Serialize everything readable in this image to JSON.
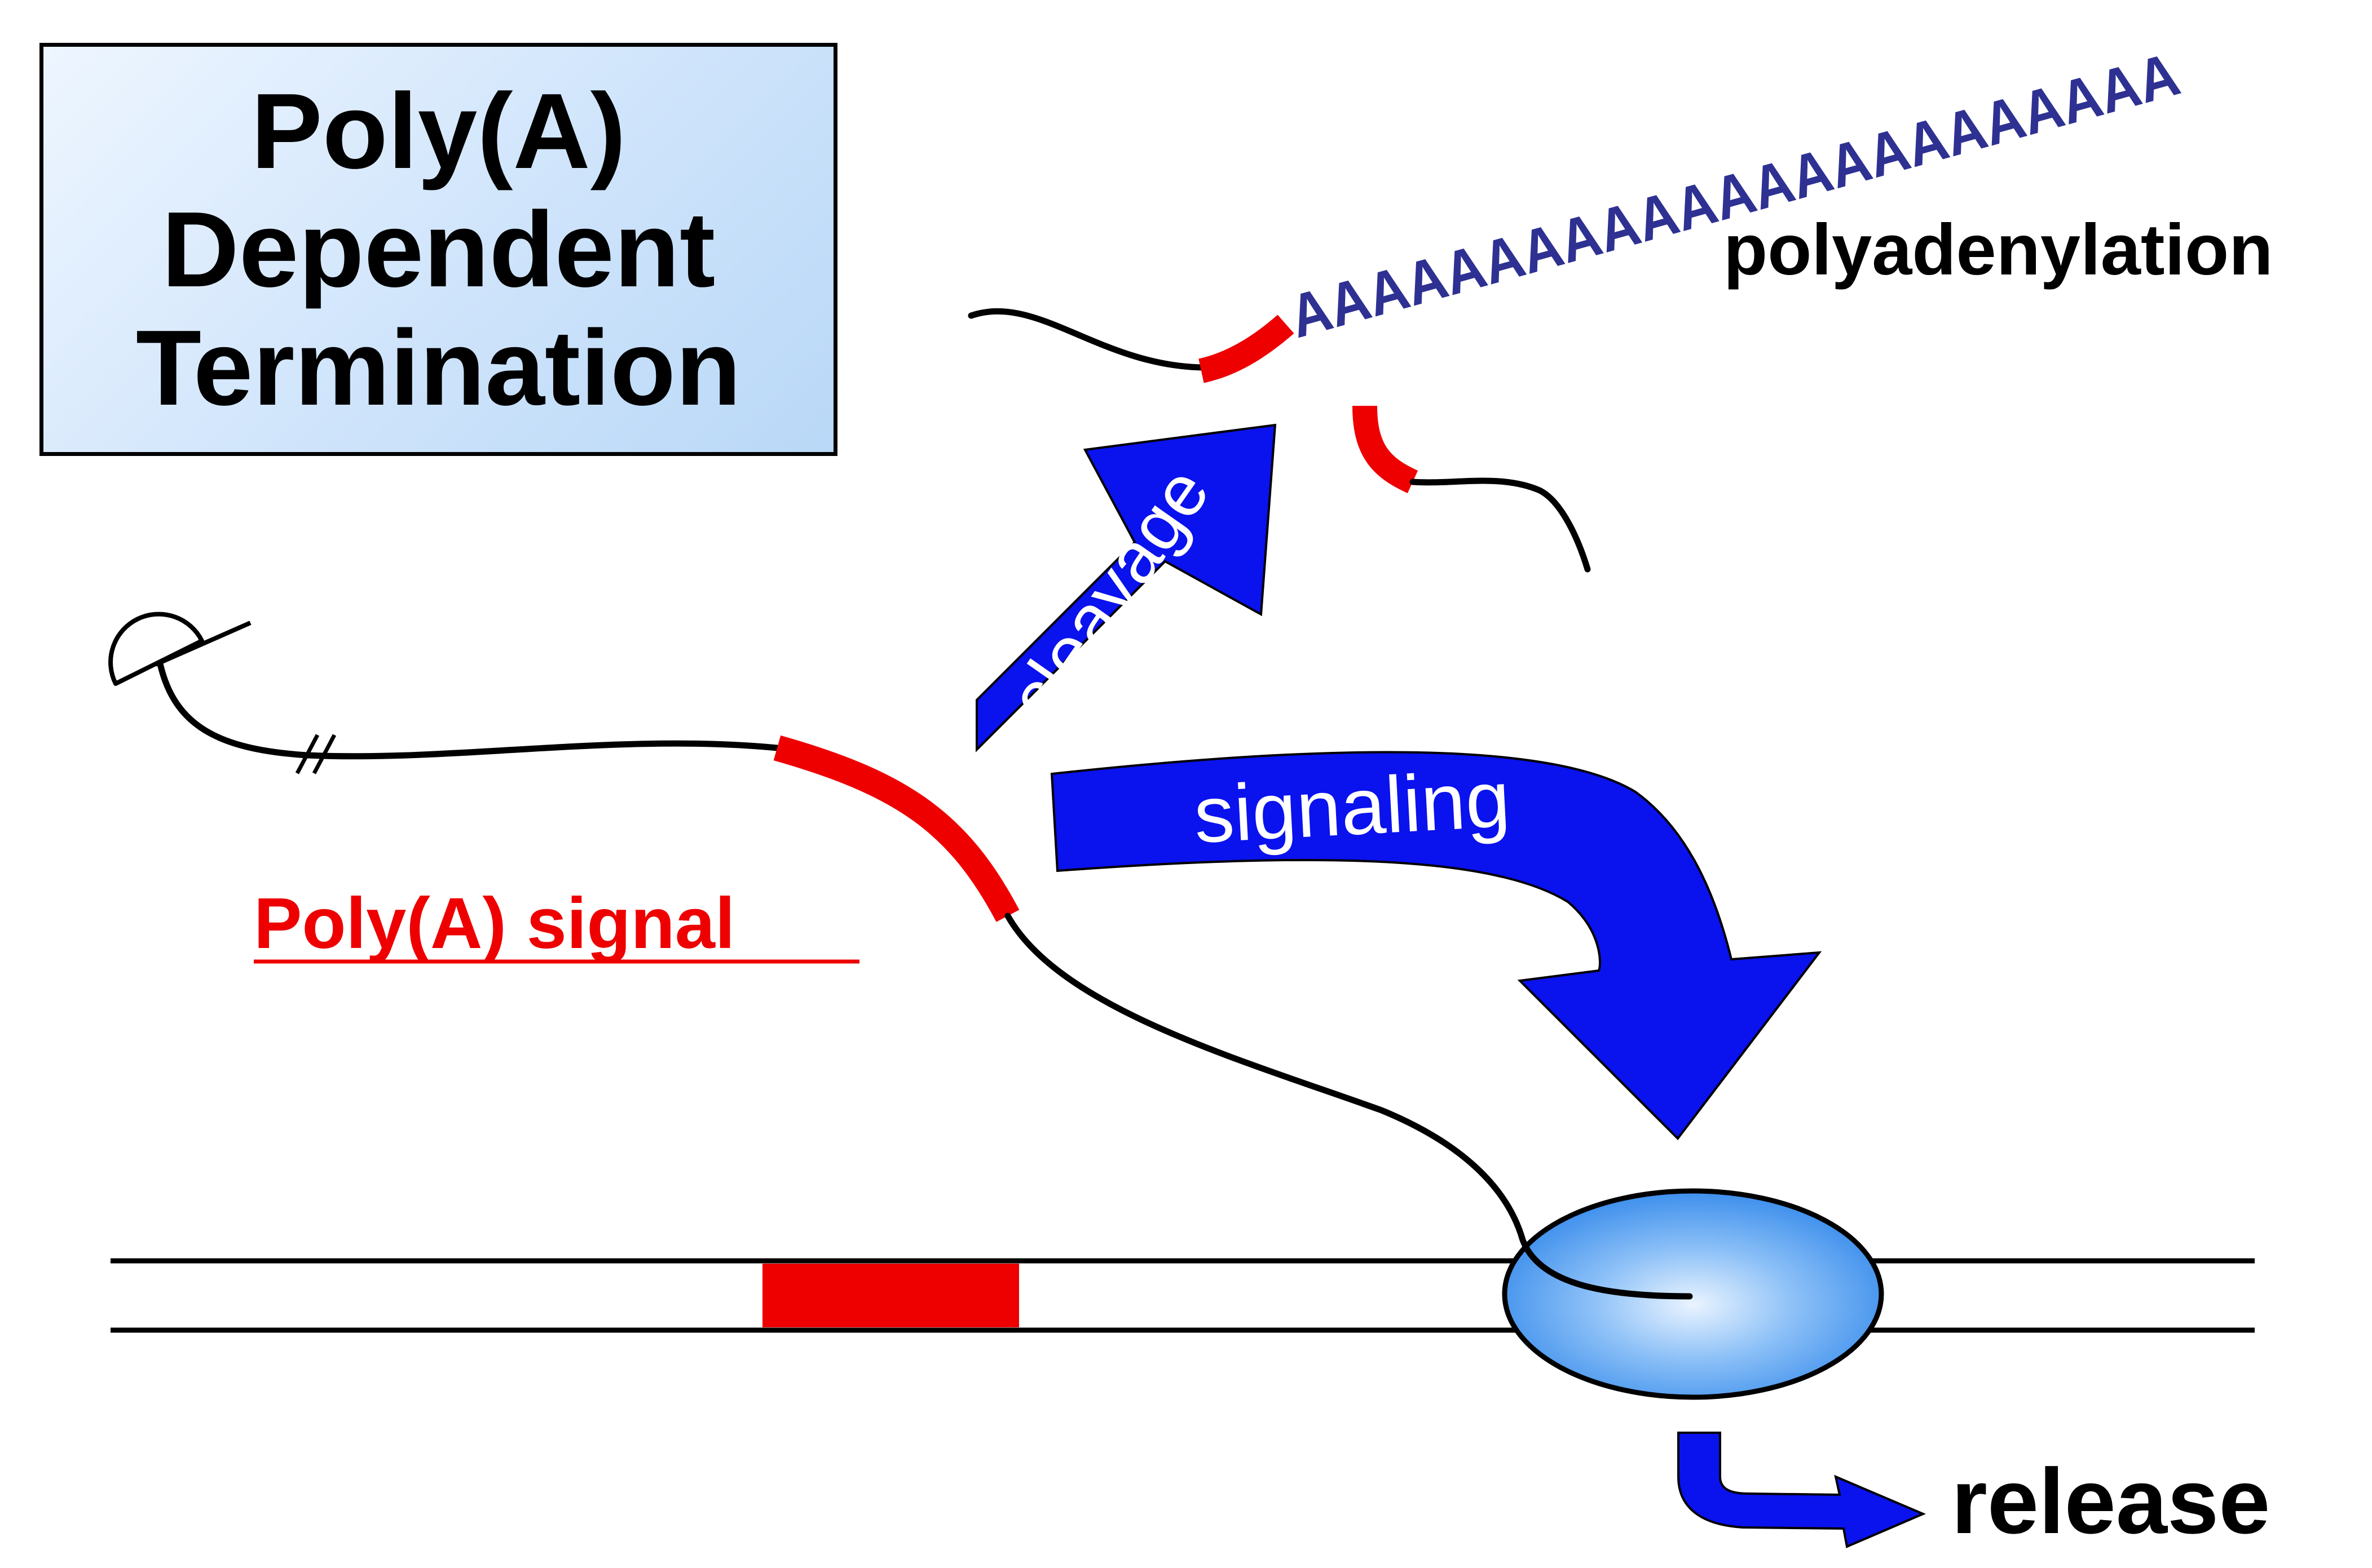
{
  "title": {
    "lines": [
      "Poly(A)",
      "Dependent",
      "Termination"
    ]
  },
  "labels": {
    "polya_tail": "AAAAAAAAAAAAAAAAAAAAAAA",
    "polyadenylation": "polyadenylation",
    "cleavage": "cleavage",
    "signaling": "signaling",
    "polya_signal": "Poly(A) signal",
    "release": "release"
  },
  "colors": {
    "signal_red": "#ee0000",
    "arrow_blue": "#0a12ee",
    "polya_text": "#2e3192",
    "polymerase_fill": "#3c8eee",
    "title_box_fill": "#cfe4fb"
  },
  "icons": {
    "cap": "five-prime-cap-icon",
    "break": "sequence-break-icon"
  }
}
